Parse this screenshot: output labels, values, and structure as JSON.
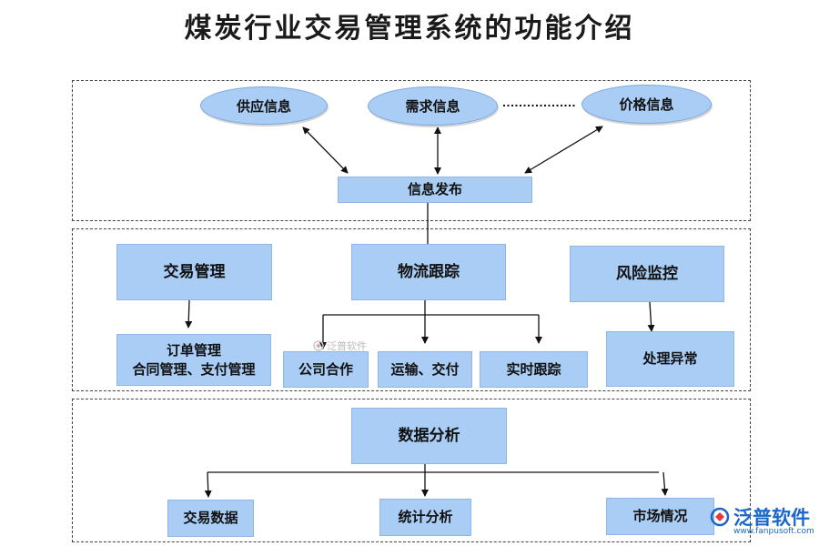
{
  "title": "煤炭行业交易管理系统的功能介绍",
  "info": {
    "supply": "供应信息",
    "demand": "需求信息",
    "price": "价格信息",
    "publish": "信息发布"
  },
  "middle": {
    "trade_mgmt": "交易管理",
    "order_mgmt_line1": "订单管理",
    "order_mgmt_line2": "合同管理、支付管理",
    "logistics": "物流跟踪",
    "company_coop": "公司合作",
    "transport": "运输、交付",
    "realtime": "实时跟踪",
    "risk": "风险监控",
    "handle_exception": "处理异常"
  },
  "bottom": {
    "data_analysis": "数据分析",
    "trade_data": "交易数据",
    "stats": "统计分析",
    "market": "市场情况"
  },
  "watermark": "泛普软件",
  "logo": {
    "name": "泛普软件",
    "url": "www.fanpusoft.com"
  },
  "colors": {
    "box_fill": "#a9cdf5",
    "brand": "#1a66cc"
  }
}
